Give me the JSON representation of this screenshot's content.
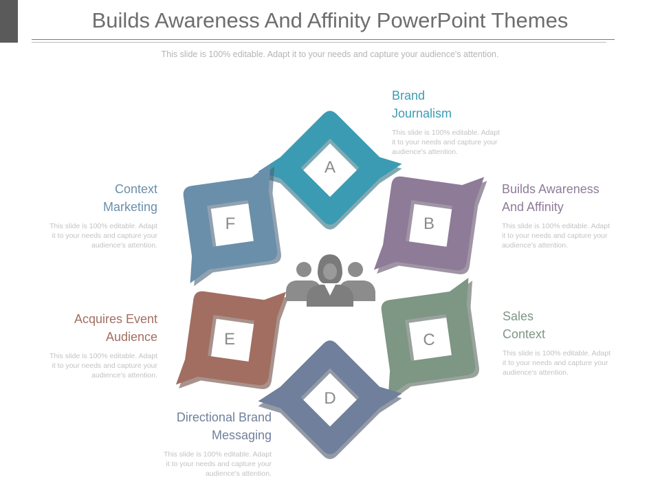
{
  "slide": {
    "title": "Builds Awareness And Affinity PowerPoint Themes",
    "subtitle": "This slide is 100% editable. Adapt it to your needs and capture your audience's attention."
  },
  "icon": "people-group-icon",
  "items": [
    {
      "letter": "A",
      "heading_line1": "Brand",
      "heading_line2": "Journalism",
      "color": "#3b9bb3",
      "desc_line1": "This slide is 100% editable. Adapt",
      "desc_line2": "it to your needs and capture your",
      "desc_line3": "audience's attention."
    },
    {
      "letter": "B",
      "heading_line1": "Builds Awareness",
      "heading_line2": "And Affinity",
      "color": "#8e7b98",
      "desc_line1": "This slide is 100% editable. Adapt",
      "desc_line2": "it to your needs and capture your",
      "desc_line3": "audience's attention."
    },
    {
      "letter": "C",
      "heading_line1": "Sales",
      "heading_line2": "Context",
      "color": "#7e9684",
      "desc_line1": "This slide is 100% editable. Adapt",
      "desc_line2": "it to your needs and capture your",
      "desc_line3": "audience's attention."
    },
    {
      "letter": "D",
      "heading_line1": "Directional Brand",
      "heading_line2": "Messaging",
      "color": "#6f7f9c",
      "desc_line1": "This slide is 100% editable. Adapt",
      "desc_line2": "it to your needs and capture your",
      "desc_line3": "audience's attention."
    },
    {
      "letter": "E",
      "heading_line1": "Acquires Event",
      "heading_line2": "Audience",
      "color": "#a26e61",
      "desc_line1": "This slide is 100% editable. Adapt",
      "desc_line2": "it to your needs and capture your",
      "desc_line3": "audience's attention."
    },
    {
      "letter": "F",
      "heading_line1": "Context",
      "heading_line2": "Marketing",
      "color": "#6a8fab",
      "desc_line1": "This slide is 100% editable. Adapt",
      "desc_line2": "it to your needs and capture your",
      "desc_line3": "audience's attention."
    }
  ]
}
